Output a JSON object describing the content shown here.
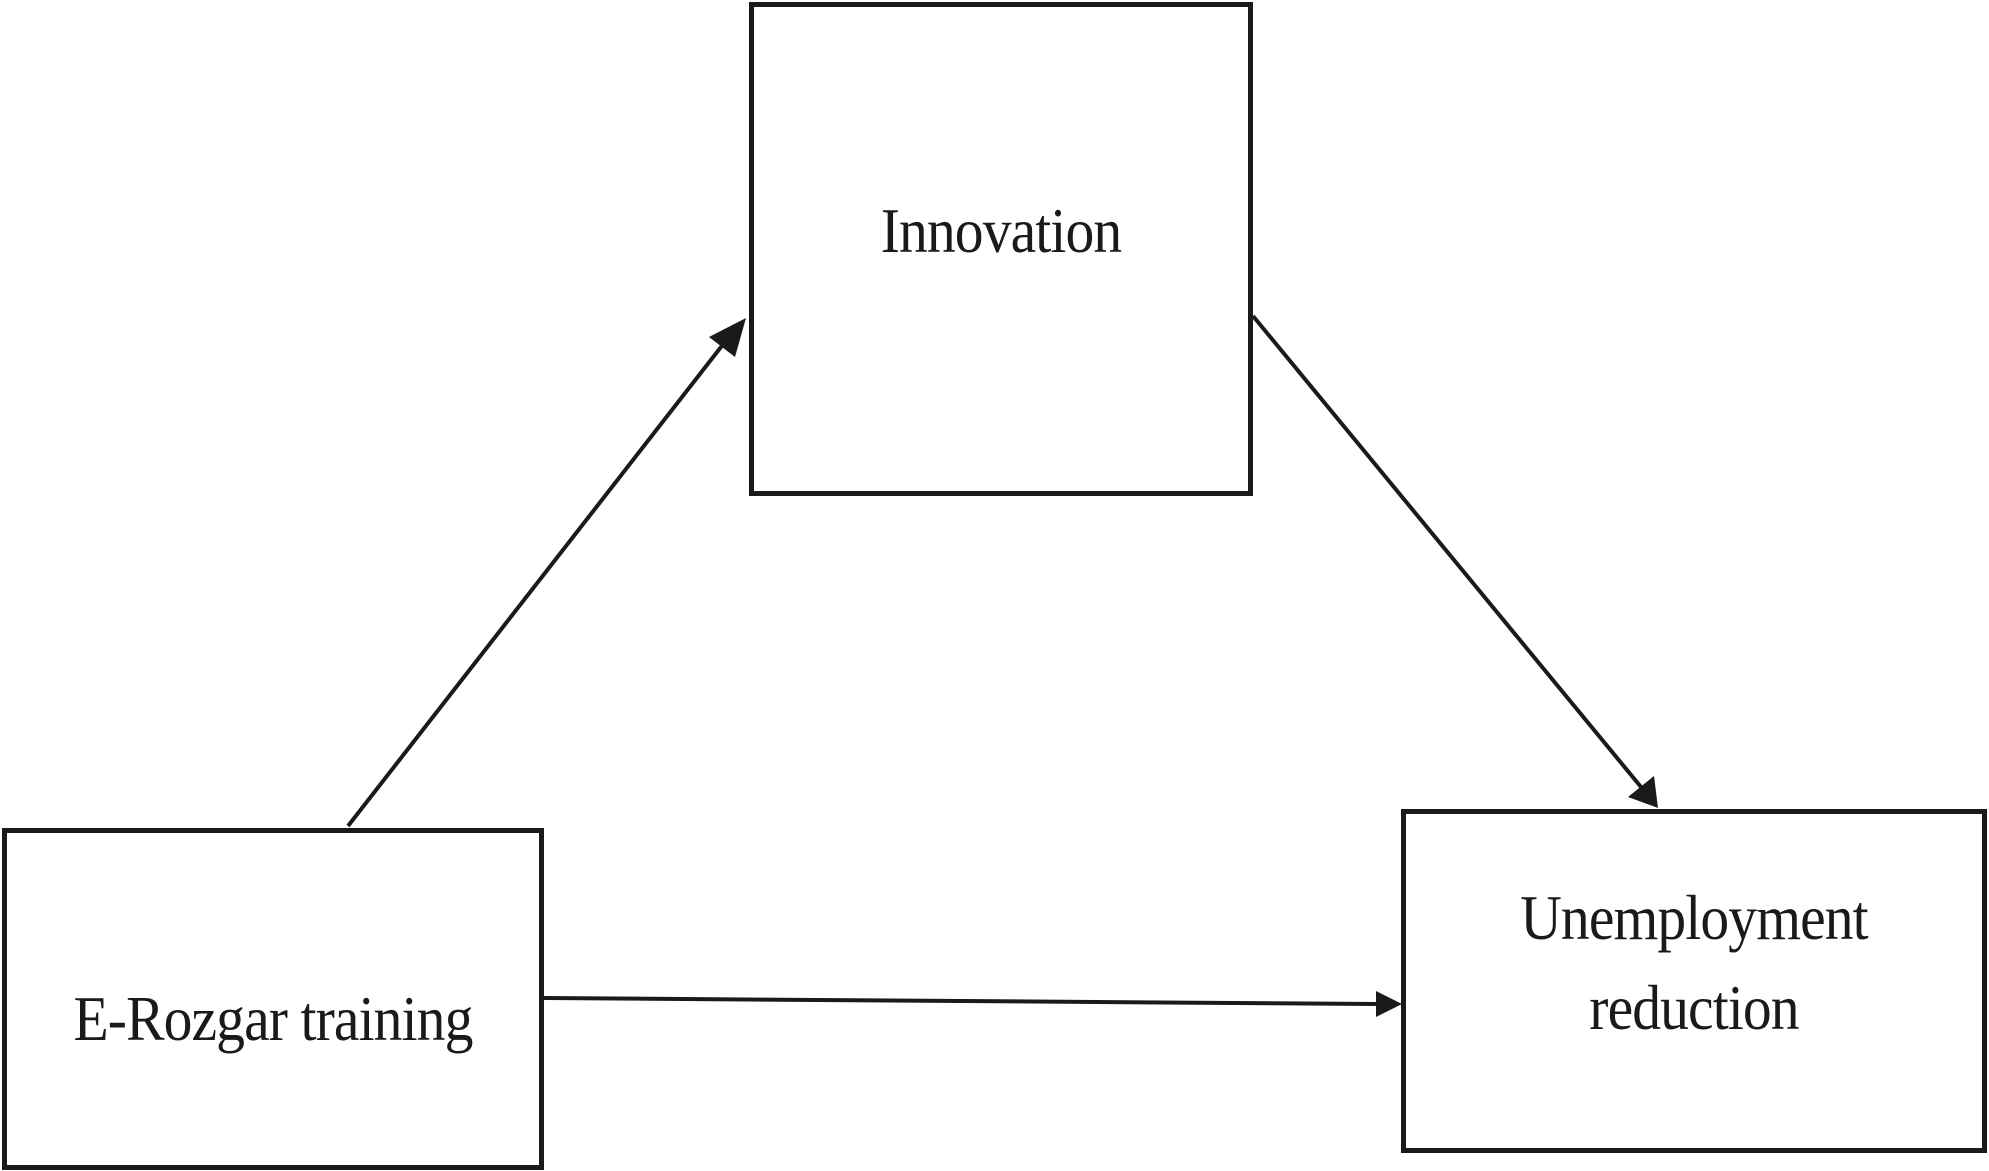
{
  "nodes": {
    "innovation": {
      "label": "Innovation"
    },
    "erozgar": {
      "label": "E-Rozgar training"
    },
    "unemployment": {
      "label_line1": "Unemployment",
      "label_line2": "reduction"
    }
  },
  "edges": [
    {
      "from": "E-Rozgar training",
      "to": "Innovation"
    },
    {
      "from": "Innovation",
      "to": "Unemployment reduction"
    },
    {
      "from": "E-Rozgar training",
      "to": "Unemployment reduction"
    }
  ],
  "colors": {
    "stroke": "#1a1a1a",
    "background": "#ffffff"
  }
}
